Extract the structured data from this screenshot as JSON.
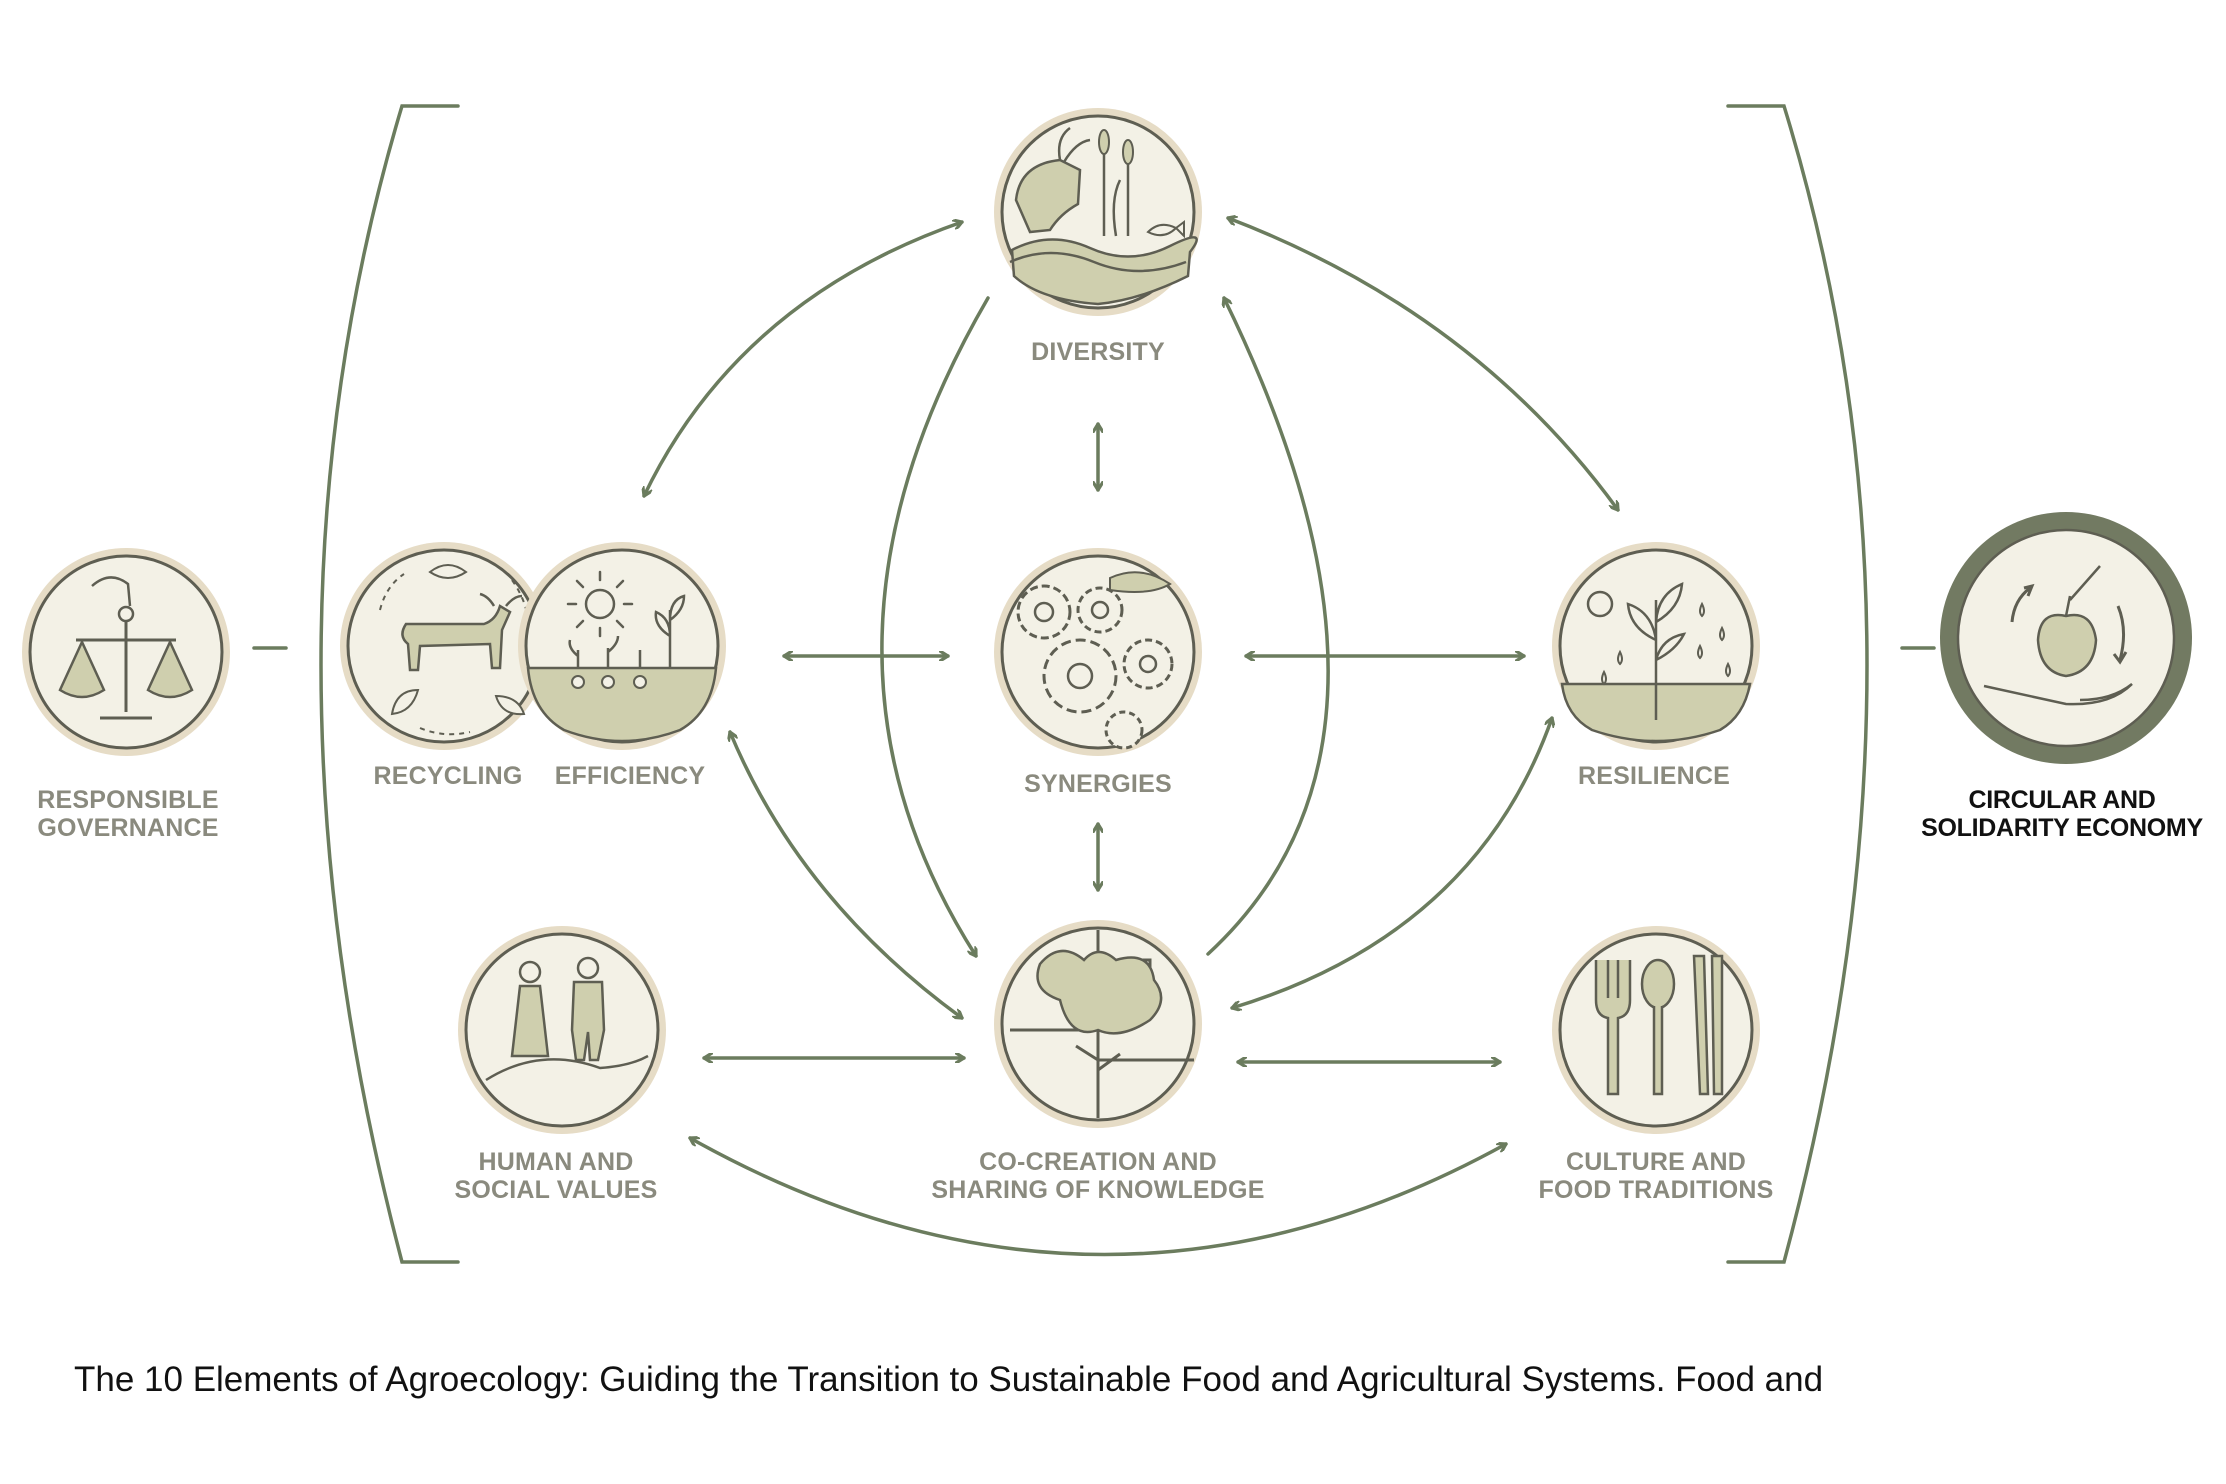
{
  "elements": {
    "diversity": "DIVERSITY",
    "synergies": "SYNERGIES",
    "recycling": "RECYCLING",
    "efficiency": "EFFICIENCY",
    "resilience": "RESILIENCE",
    "responsible_governance": [
      "RESPONSIBLE",
      "GOVERNANCE"
    ],
    "circular_economy": [
      "CIRCULAR AND",
      "SOLIDARITY ECONOMY"
    ],
    "human_social_values": [
      "HUMAN AND",
      "SOCIAL VALUES"
    ],
    "co_creation": [
      "CO-CREATION AND",
      "SHARING OF KNOWLEDGE"
    ],
    "culture_food": [
      "CULTURE AND",
      "FOOD TRADITIONS"
    ]
  },
  "caption": "The 10 Elements of Agroecology: Guiding the Transition to Sustainable Food and Agricultural Systems. Food and",
  "colors": {
    "line": "#6b7c5e",
    "icon_fill": "#f3f1e6",
    "icon_ring": "#e6dcc6",
    "icon_stroke": "#5e5e52",
    "icon_shade": "#cfcfae",
    "label": "#8a8a7e",
    "circular_ring": "#727a62"
  }
}
